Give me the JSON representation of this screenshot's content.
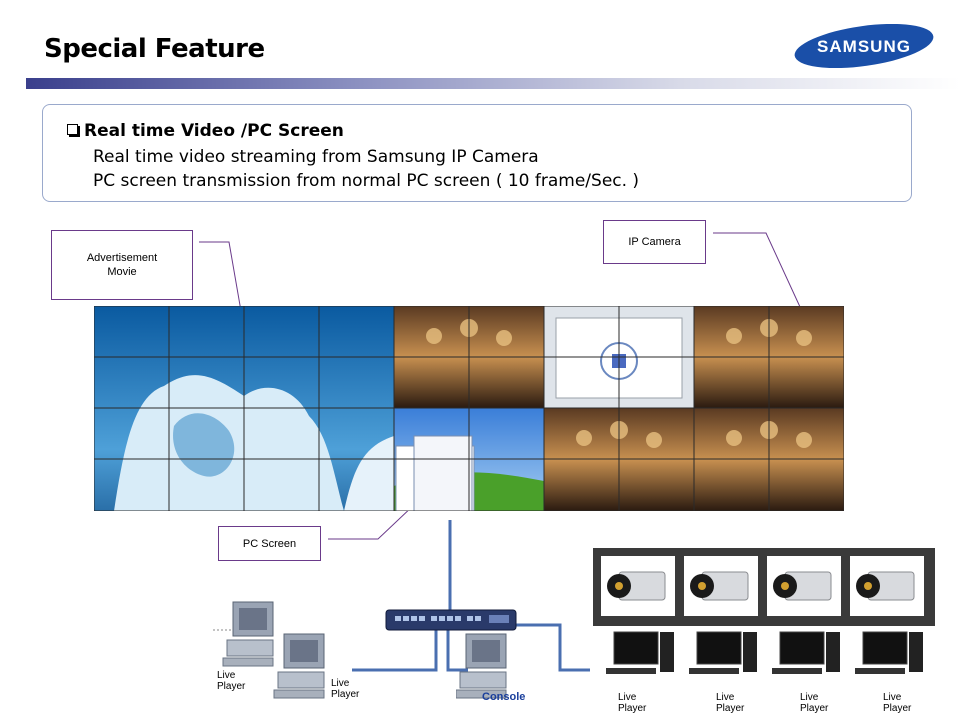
{
  "slide": {
    "title": "Special Feature",
    "logo_text": "SAMSUNG",
    "accent_color": "#3a3f8c",
    "logo_color": "#1a4fa8"
  },
  "feature_box": {
    "heading": "Real time Video /PC Screen",
    "lines": [
      "Real time video streaming from Samsung IP Camera",
      "PC screen transmission from normal PC screen ( 10 frame/Sec. )"
    ]
  },
  "callouts": {
    "advertisement": "Advertisement Movie",
    "ip_camera": "IP Camera",
    "pc_screen": "PC Screen"
  },
  "devices": {
    "live_player_1": "Live Player",
    "live_player_2": "Live Player",
    "console": "Console",
    "players_right": [
      "Live Player",
      "Live Player",
      "Live Player",
      "Live Player"
    ]
  }
}
